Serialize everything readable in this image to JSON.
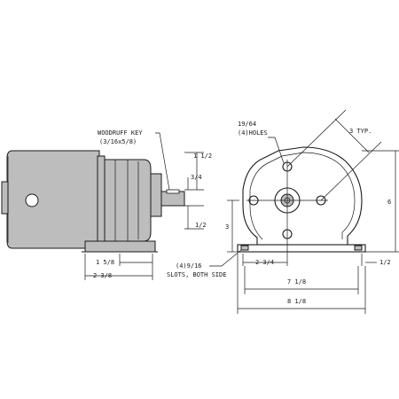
{
  "labels": {
    "woodruff_key": "WOODRUFF KEY",
    "woodruff_key_size": "(3/16x5/8)",
    "dim_1_1_2": "1 1/2",
    "dim_3_4": "3/4",
    "dim_1_2_left": "1/2",
    "dim_1_5_8": "1 5/8",
    "dim_2_3_8": "2 3/8",
    "holes_size": "19/64",
    "holes_count": "(4)HOLES",
    "typ": "3 TYP.",
    "dim_6": "6",
    "dim_3_vertical": "3",
    "dim_2_3_4": "2 3/4",
    "dim_1_2_right": "1/2",
    "slots_size": "(4)9/16",
    "slots_desc": "SLOTS, BOTH SIDE",
    "dim_7_1_8": "7 1/8",
    "dim_8_1_8": "8 1/8"
  },
  "colors": {
    "line": "#1a1a1a",
    "shade": "#bdbdbd",
    "background": "#ffffff"
  }
}
